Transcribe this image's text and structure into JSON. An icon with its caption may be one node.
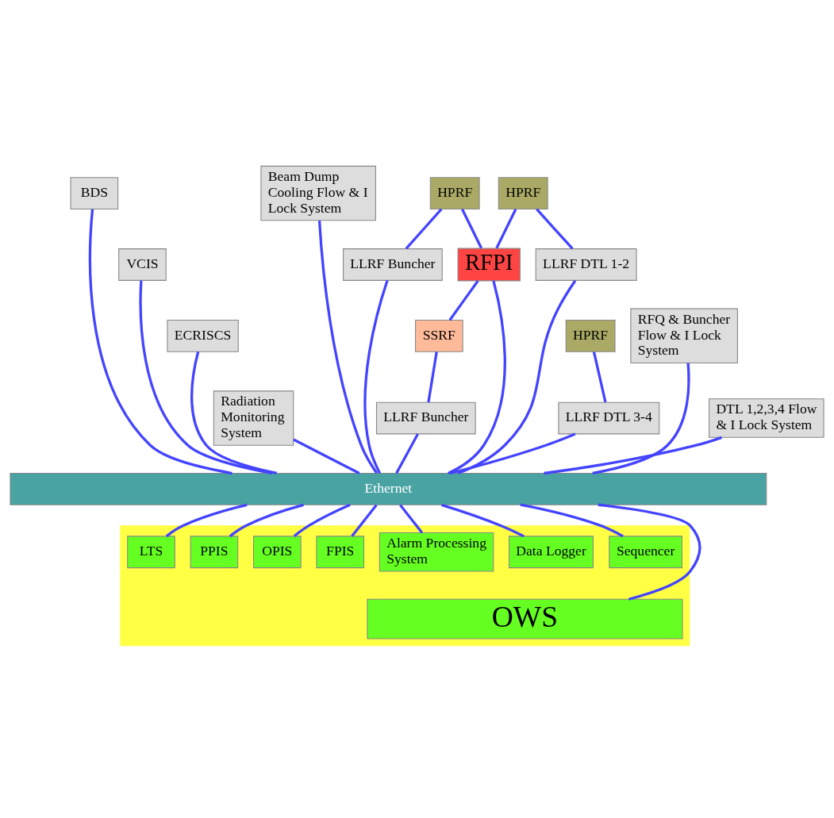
{
  "diagram": {
    "nodes": [
      {
        "text": [
          "BDS"
        ]
      },
      {
        "text": [
          "VCIS"
        ]
      },
      {
        "text": [
          "ECRISCS"
        ]
      },
      {
        "text": [
          "Radiation Monitoring System"
        ]
      },
      {
        "text": [
          "HPRF"
        ]
      },
      {
        "text": [
          "HPRF"
        ]
      },
      {
        "text": [
          "Beam Dump Cooling Flow & I Lock System"
        ]
      },
      {
        "text": [
          "LLRF Buncher"
        ]
      },
      {
        "text": [
          "RFPI"
        ]
      },
      {
        "text": [
          "LLRF DTL 1-2"
        ]
      },
      {
        "text": [
          "SSRF"
        ]
      },
      {
        "text": [
          "HPRF"
        ]
      },
      {
        "text": [
          "LLRF Buncher"
        ]
      },
      {
        "text": [
          "LLRF DTL 3-4"
        ]
      },
      {
        "text": [
          "RFQ & Buncher Flow & I Lock System"
        ]
      },
      {
        "text": [
          "DTL 1,2,3,4 Flow & I Lock System"
        ]
      },
      {
        "text": [
          "Ethernet"
        ]
      },
      {
        "text": [],
        "shape": "box"
      },
      {
        "text": [
          "LTS"
        ],
        "in": 17
      },
      {
        "text": [
          "PPIS"
        ],
        "in": 17
      },
      {
        "text": [
          "OPIS"
        ],
        "in": 17
      },
      {
        "text": [
          "FPIS"
        ],
        "in": 17
      },
      {
        "text": [
          "Alarm Processing System"
        ],
        "in": 17
      },
      {
        "text": [
          "Data Logger"
        ],
        "in": 17
      },
      {
        "text": [
          "Sequencer"
        ],
        "in": 17
      },
      {
        "text": [
          "OWS"
        ],
        "in": 17
      }
    ],
    "edges": [
      {
        "from": 4,
        "to": 7,
        "arrow": "none"
      },
      {
        "from": 4,
        "to": 8,
        "arrow": "none"
      },
      {
        "from": 5,
        "to": 8,
        "arrow": "none"
      },
      {
        "from": 5,
        "to": 9,
        "arrow": "none"
      },
      {
        "from": 8,
        "to": 10,
        "arrow": "none"
      },
      {
        "from": 10,
        "to": 12,
        "arrow": "none"
      },
      {
        "from": 11,
        "to": 13,
        "arrow": "none"
      },
      {
        "from": 0,
        "to": 16,
        "arrow": "none"
      },
      {
        "from": 1,
        "to": 16,
        "arrow": "none"
      },
      {
        "from": 2,
        "to": 16,
        "arrow": "none"
      },
      {
        "from": 3,
        "to": 16,
        "arrow": "none"
      },
      {
        "from": 7,
        "to": 16,
        "arrow": "none"
      },
      {
        "from": 12,
        "to": 16,
        "arrow": "none"
      },
      {
        "from": 8,
        "to": 16,
        "arrow": "none"
      },
      {
        "from": 13,
        "to": 16,
        "arrow": "none"
      },
      {
        "from": 9,
        "to": 16,
        "arrow": "none"
      },
      {
        "from": 6,
        "to": 16,
        "arrow": "none"
      },
      {
        "from": 14,
        "to": 16,
        "arrow": "none"
      },
      {
        "from": 15,
        "to": 16,
        "arrow": "none"
      },
      {
        "from": 16,
        "to": 18,
        "arrow": "none"
      },
      {
        "from": 16,
        "to": 19,
        "arrow": "none"
      },
      {
        "from": 16,
        "to": 20,
        "arrow": "none"
      },
      {
        "from": 16,
        "to": 25,
        "arrow": "none"
      },
      {
        "from": 16,
        "to": 21,
        "arrow": "none"
      },
      {
        "from": 16,
        "to": 22,
        "arrow": "none"
      },
      {
        "from": 16,
        "to": 23,
        "arrow": "none"
      },
      {
        "from": 16,
        "to": 24,
        "arrow": "none"
      }
    ]
  }
}
